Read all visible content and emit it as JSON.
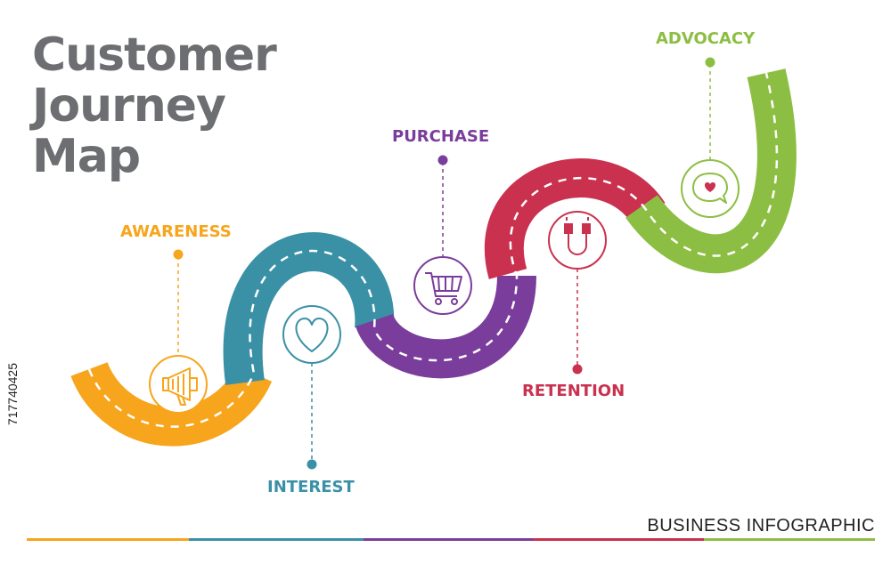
{
  "title": {
    "line1": "Customer",
    "line2": "Journey",
    "line3": "Map"
  },
  "stages": [
    {
      "label": "AWARENESS",
      "color": "#f7a51c",
      "icon": "megaphone-icon"
    },
    {
      "label": "INTEREST",
      "color": "#3a91a6",
      "icon": "heart-icon"
    },
    {
      "label": "PURCHASE",
      "color": "#7b3d9b",
      "icon": "shopping-cart-icon"
    },
    {
      "label": "RETENTION",
      "color": "#c9314f",
      "icon": "magnet-icon"
    },
    {
      "label": "ADVOCACY",
      "color": "#8dbe44",
      "icon": "chat-heart-icon"
    }
  ],
  "footer": {
    "label": "BUSINESS INFOGRAPHIC"
  },
  "side_id": "717740425"
}
